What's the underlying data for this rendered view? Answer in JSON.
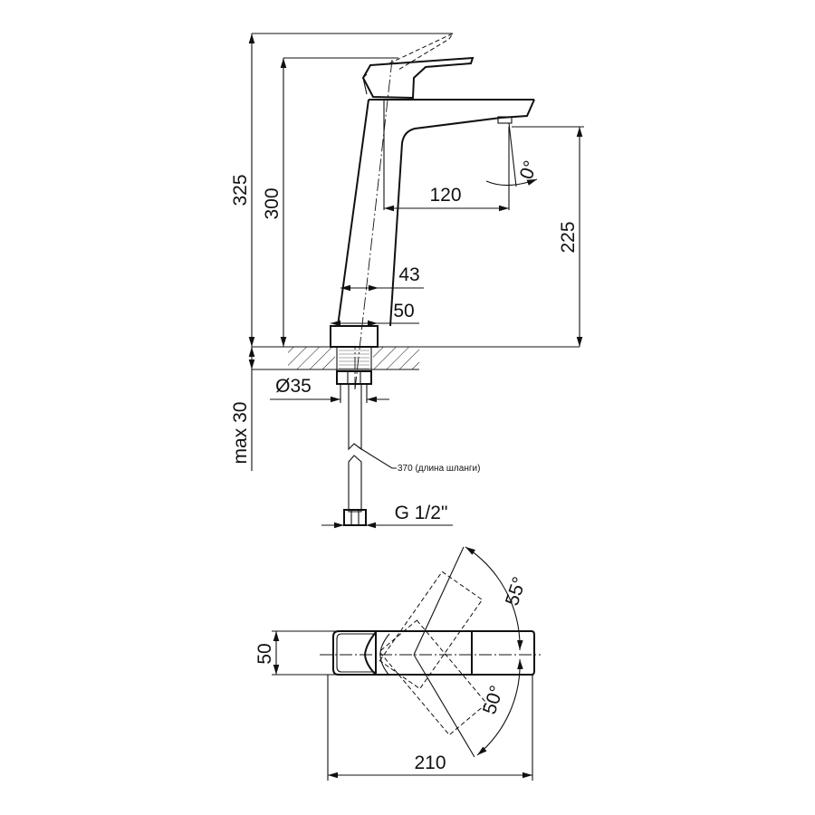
{
  "side_view": {
    "dim_total_height": "325",
    "dim_lever_height": "300",
    "dim_spout_reach": "120",
    "dim_spout_angle": "0°",
    "dim_spout_height": "225",
    "dim_body_top_width": "43",
    "dim_body_base_width": "50",
    "dim_shank_diameter": "Ø35",
    "dim_max_counter_thickness": "max 30",
    "hose_note": "370 (длина шланги)",
    "dim_connection": "G 1/2\""
  },
  "top_view": {
    "dim_width": "50",
    "dim_length": "210",
    "angle_left": "55°",
    "angle_right": "50°"
  }
}
